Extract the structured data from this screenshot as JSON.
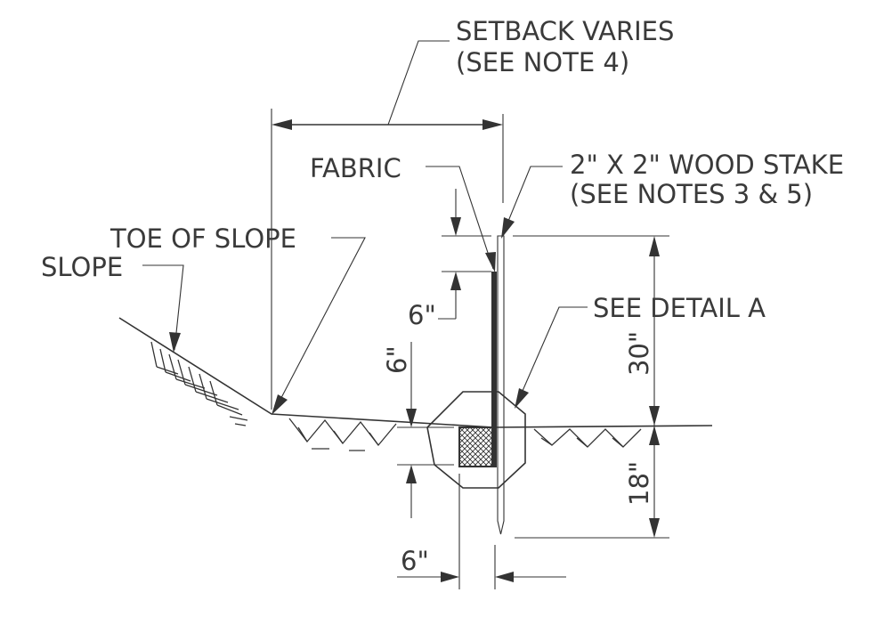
{
  "labels": {
    "setback_line1": "SETBACK VARIES",
    "setback_line2": "(SEE NOTE 4)",
    "fabric": "FABRIC",
    "stake_line1": "2\" X 2\" WOOD STAKE",
    "stake_line2": "(SEE NOTES 3 & 5)",
    "toe_of_slope": "TOE OF SLOPE",
    "slope": "SLOPE",
    "see_detail": "SEE DETAIL A"
  },
  "dimensions": {
    "fabric_top_offset": "6\"",
    "trench_depth": "6\"",
    "trench_width": "6\"",
    "height_above_grade": "30\"",
    "depth_below_grade": "18\""
  },
  "colors": {
    "linework": "#333333",
    "text": "#3a3a3a",
    "background": "#ffffff"
  }
}
